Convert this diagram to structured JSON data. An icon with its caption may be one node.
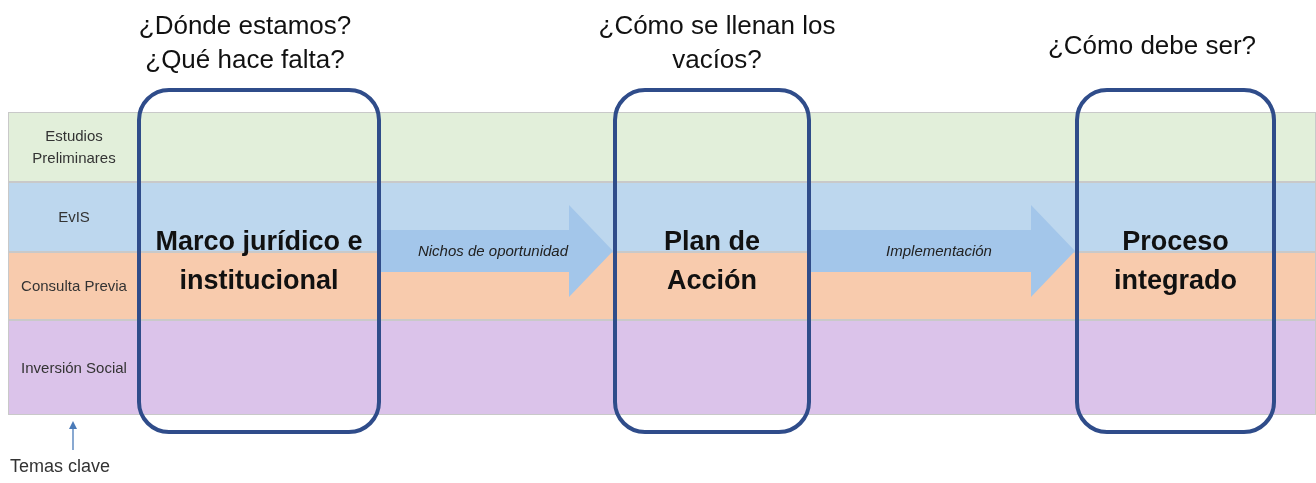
{
  "diagram": {
    "nodes": [
      {
        "text": [
          "Estudios Preliminares"
        ]
      },
      {
        "text": [
          "EvIS"
        ]
      },
      {
        "text": [
          "Consulta Previa"
        ]
      },
      {
        "text": [
          "Inversión Social"
        ]
      },
      {
        "text": [
          "¿Dónde estamos? ¿Qué hace falta?",
          "Marco jurídico e institucional"
        ]
      },
      {
        "text": [
          "¿Cómo se llenan los vacíos?",
          "Plan de Acción"
        ]
      },
      {
        "text": [
          "¿Cómo debe ser?",
          "Proceso integrado"
        ]
      },
      {
        "text": [
          "Temas clave"
        ]
      }
    ],
    "edges": [
      {
        "from": 4,
        "to": 5,
        "arrow": "to",
        "label": "Nichos de oportunidad"
      },
      {
        "from": 5,
        "to": 6,
        "arrow": "to",
        "label": "Implementación"
      },
      {
        "from": 7,
        "to": 3,
        "arrow": "to"
      }
    ]
  }
}
